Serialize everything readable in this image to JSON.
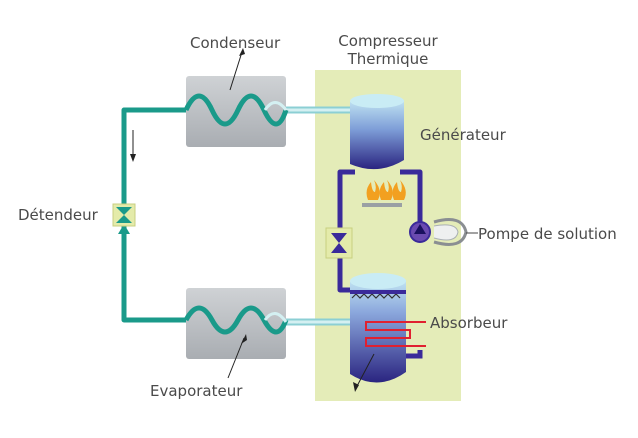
{
  "labels": {
    "condenser": "Condenseur",
    "compressor_line1": "Compresseur",
    "compressor_line2": "Thermique",
    "generator": "Générateur",
    "expansion_valve": "Détendeur",
    "solution_pump": "Pompe de solution",
    "absorber": "Absorbeur",
    "evaporator": "Evaporateur"
  },
  "colors": {
    "background": "#ffffff",
    "compressor_panel": "#e4ecb8",
    "exchanger_box": "#b8bcc0",
    "refrigerant_line": "#1a9a8a",
    "vapor_line": "#a8dde0",
    "solution_line": "#3a2a9a",
    "vessel_dark": "#2a2480",
    "vessel_light": "#b8e2ee",
    "valve_fill": "#e4ebaa",
    "flame": "#f2a020",
    "coil_red": "#e02030",
    "label_text": "#4a4a4a"
  },
  "icons": [
    "expansion-valve-icon",
    "flame-icon",
    "pump-icon",
    "coil-icon"
  ]
}
